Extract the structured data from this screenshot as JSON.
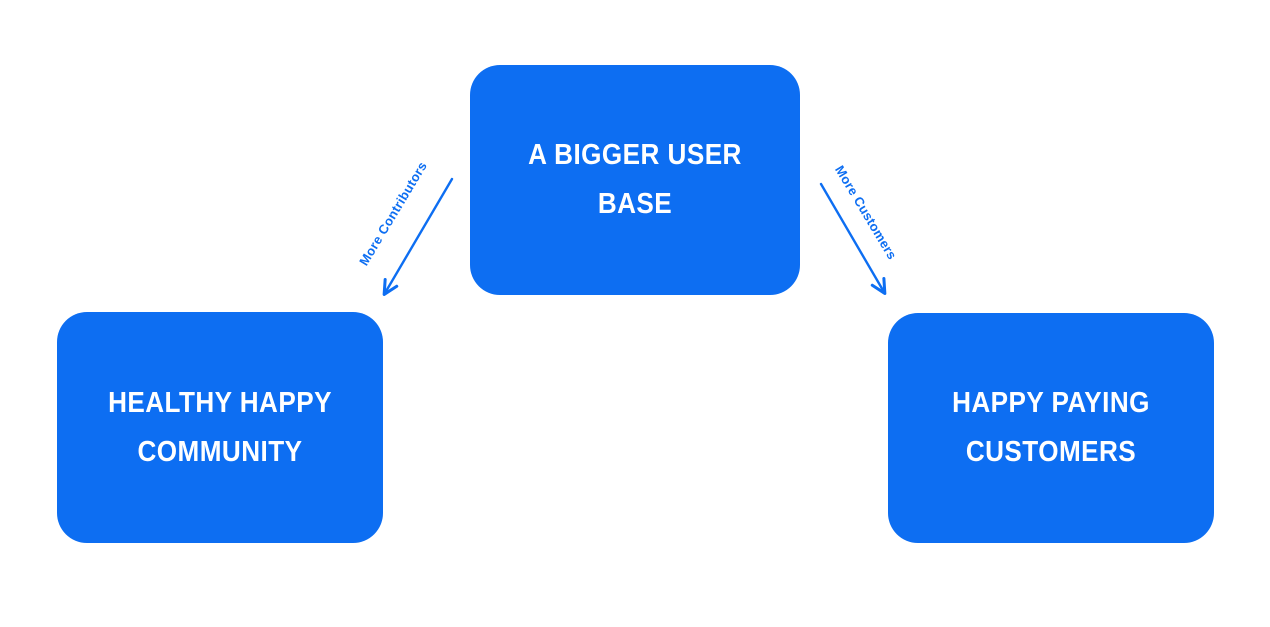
{
  "diagram": {
    "accent_color": "#0d6ef2",
    "node_text_color": "#ffffff",
    "background_color": "#ffffff",
    "nodes": [
      {
        "id": "bigger-user-base",
        "position": "top-center",
        "label": "A BIGGER USER BASE"
      },
      {
        "id": "healthy-happy-community",
        "position": "bottom-left",
        "label": "HEALTHY HAPPY COMMUNITY"
      },
      {
        "id": "happy-paying-customers",
        "position": "bottom-right",
        "label": "HAPPY PAYING CUSTOMERS"
      }
    ],
    "edges": [
      {
        "id": "more-contributors",
        "from": "bigger-user-base",
        "to": "healthy-happy-community",
        "label": "More Contributors"
      },
      {
        "id": "more-customers",
        "from": "bigger-user-base",
        "to": "happy-paying-customers",
        "label": "More Customers"
      }
    ]
  }
}
